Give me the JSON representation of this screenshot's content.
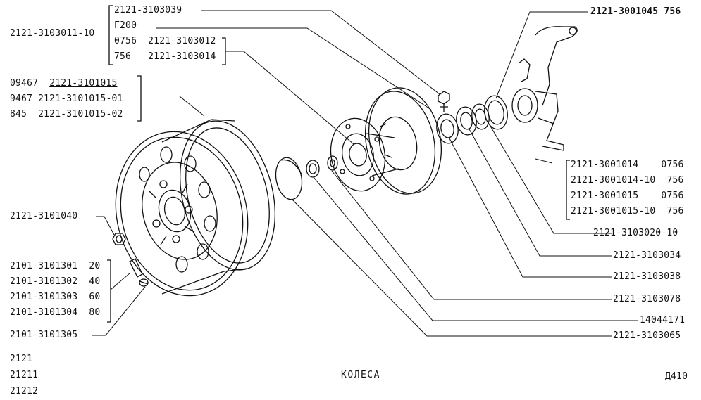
{
  "title": "КОЛЕСА",
  "page_code": "Д410",
  "models": [
    "2121",
    "21211",
    "21212"
  ],
  "labels": {
    "kit_main": "2121-3103011-10",
    "kit_items": [
      "2121-3103039",
      "Г200",
      "0756  2121-3103012",
      "756   2121-3103014"
    ],
    "knuckle": "2121-3001045 756",
    "wheel_items": [
      "09467  ",
      "2121-3101015",
      "9467 2121-3101015-01",
      "845  2121-3101015-02"
    ],
    "knuckle_items": [
      "2121-3001014    0756",
      "2121-3001014-10  756",
      "2121-3001015    0756",
      "2121-3001015-10  756"
    ],
    "nut": "2121-3101040",
    "valve_items": [
      "2101-3101301  20",
      "2101-3101302  40",
      "2101-3101303  60",
      "2101-3101304  80"
    ],
    "valve_cap": "2101-3101305",
    "right_list": [
      "2121-3103020-10",
      "2121-3103034",
      "2121-3103038",
      "2121-3103078",
      "14044171",
      "2121-3103065"
    ]
  }
}
